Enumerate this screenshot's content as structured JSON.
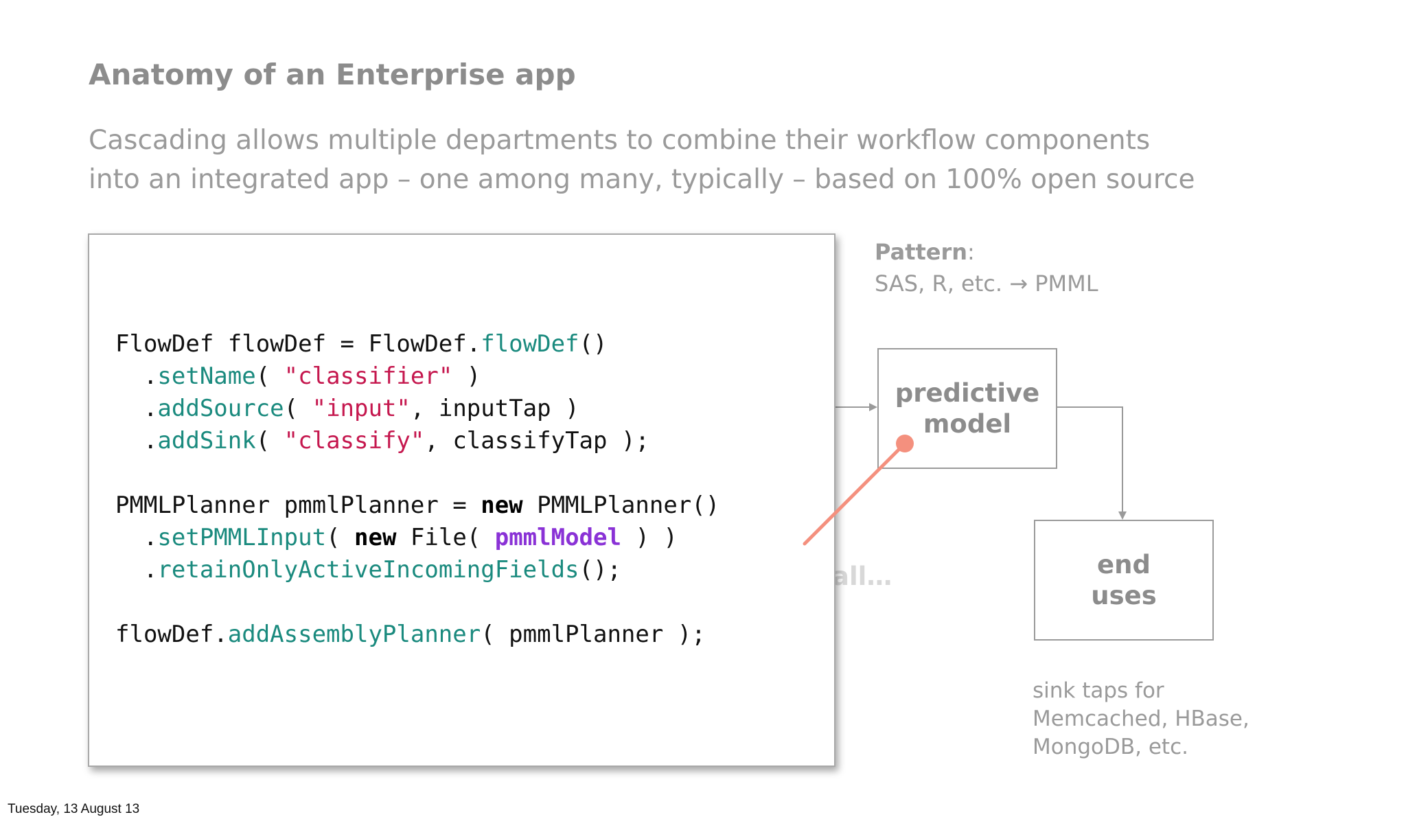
{
  "slide": {
    "title": "Anatomy of an Enterprise app",
    "subtitle_line1": "Cascading allows multiple departments to combine their workflow components",
    "subtitle_line2": "into an integrated app – one among many, typically – based on 100% open source"
  },
  "pattern": {
    "label": "Pattern",
    "label_suffix": ":",
    "description": "SAS, R, etc. → PMML"
  },
  "diagram": {
    "predictive_box": {
      "line1": "predictive",
      "line2": "model"
    },
    "end_uses_box": {
      "line1": "end",
      "line2": "uses"
    },
    "faded_text": "all…",
    "sink_note": [
      "sink taps for",
      "Memcached, HBase,",
      "MongoDB, etc."
    ]
  },
  "code": {
    "l1": {
      "a": "FlowDef flowDef = FlowDef.",
      "m": "flowDef",
      "b": "()"
    },
    "l2": {
      "a": "  .",
      "m": "setName",
      "b": "( ",
      "s": "\"classifier\"",
      "c": " )"
    },
    "l3": {
      "a": "  .",
      "m": "addSource",
      "b": "( ",
      "s": "\"input\"",
      "c": ", inputTap )"
    },
    "l4": {
      "a": "  .",
      "m": "addSink",
      "b": "( ",
      "s": "\"classify\"",
      "c": ", classifyTap );"
    },
    "l6": {
      "a": "PMMLPlanner pmmlPlanner = ",
      "k": "new",
      "b": " PMMLPlanner()"
    },
    "l7": {
      "a": "  .",
      "m": "setPMMLInput",
      "b": "( ",
      "k": "new",
      "c": " File( ",
      "v": "pmmlModel",
      "d": " ) )"
    },
    "l8": {
      "a": "  .",
      "m": "retainOnlyActiveIncomingFields",
      "b": "();"
    },
    "l10": {
      "a": "flowDef.",
      "m": "addAssemblyPlanner",
      "b": "( pmmlPlanner );"
    }
  },
  "footer": {
    "date": "Tuesday, 13 August 13"
  },
  "colors": {
    "method": "#1a8a7e",
    "string": "#c5174e",
    "variable": "#8a32d6",
    "pointer": "#f4907e",
    "diagram_gray": "#9a9a9a"
  }
}
